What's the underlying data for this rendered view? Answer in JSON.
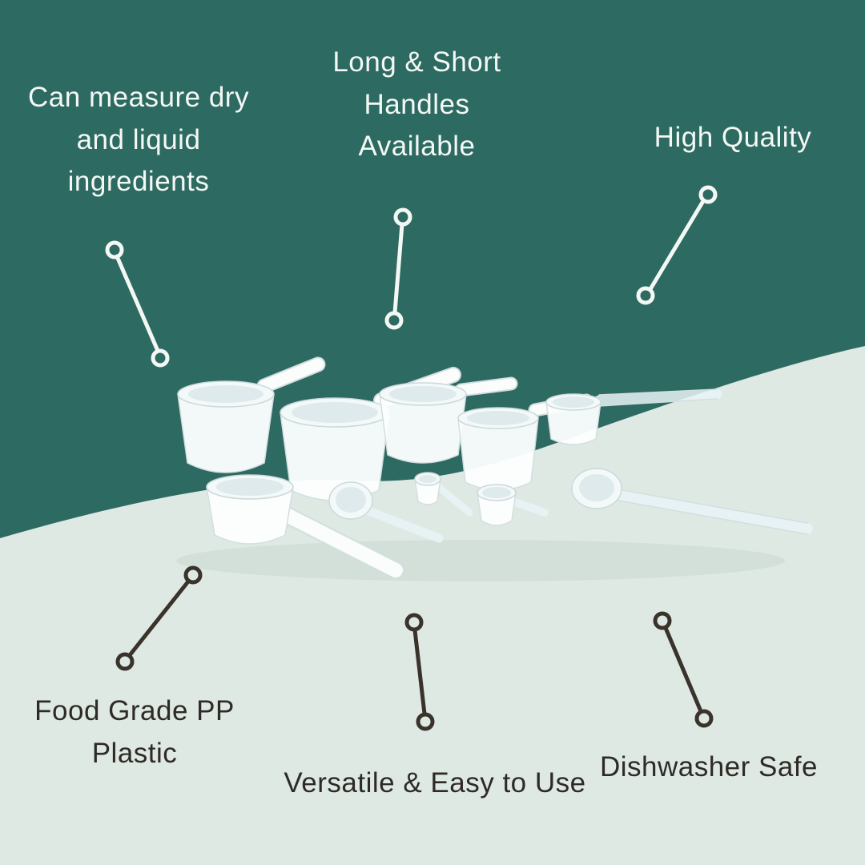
{
  "title": "Measuring scoops product infographic",
  "colors": {
    "top_background": "#2d6a61",
    "bottom_background": "#dfe9e3",
    "light_text": "#f4f8f5",
    "dark_text": "#2e2a26",
    "light_connector": "#f4f8f5",
    "dark_connector": "#3a332c",
    "product_white": "#fbfdfd"
  },
  "callouts": {
    "measure": "Can measure dry and liquid ingredients",
    "handles": "Long & Short Handles Available",
    "quality": "High Quality",
    "material": "Food Grade PP Plastic",
    "versatile": "Versatile & Easy to Use",
    "dishwasher": "Dishwasher Safe"
  },
  "product": {
    "description": "Set of white food-grade PP plastic measuring scoops and spoons with long and short handles"
  }
}
